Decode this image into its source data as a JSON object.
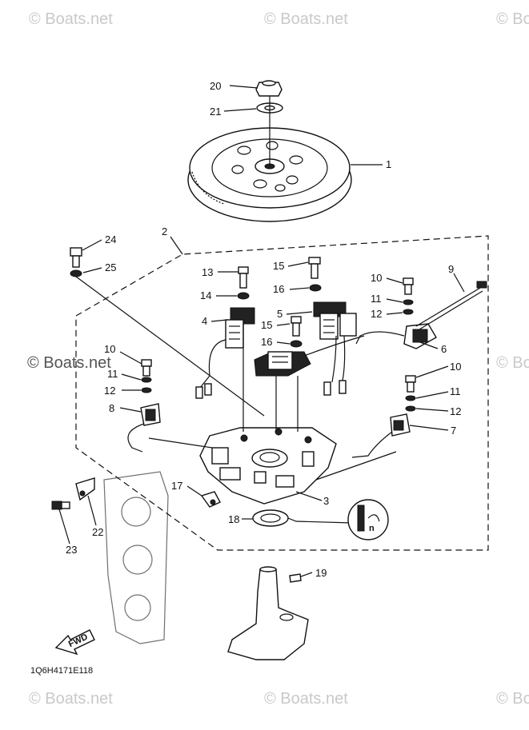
{
  "watermark": "© Boats.net",
  "diagram_code": "1Q6H4171E118",
  "fwd_label": "FWD",
  "callouts": [
    "20",
    "21",
    "1",
    "24",
    "25",
    "2",
    "13",
    "14",
    "4",
    "15",
    "16",
    "5",
    "15",
    "16",
    "10",
    "11",
    "12",
    "9",
    "6",
    "10",
    "11",
    "12",
    "8",
    "10",
    "11",
    "12",
    "7",
    "17",
    "3",
    "18",
    "22",
    "23",
    "19"
  ]
}
